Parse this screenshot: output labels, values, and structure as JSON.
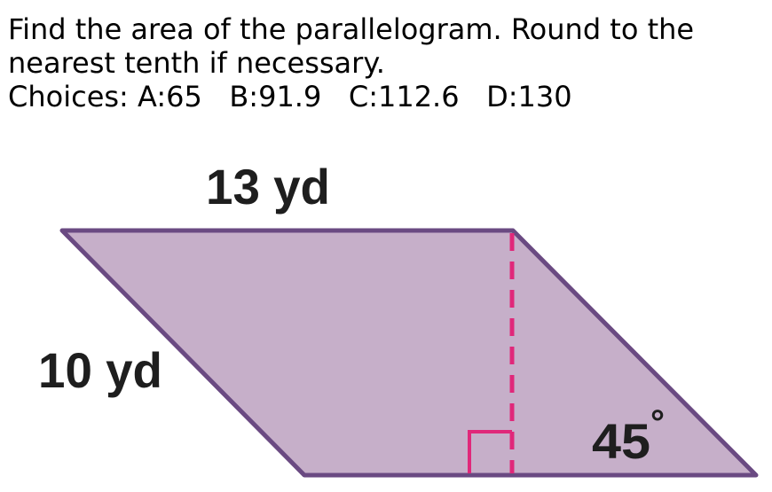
{
  "question": {
    "line1": "Find the area of the parallelogram. Round to the",
    "line2": "nearest tenth if necessary.",
    "choices": "Choices: A:65   B:91.9   C:112.6   D:130"
  },
  "figure": {
    "top_label": "13 yd",
    "side_label": "10 yd",
    "angle_label": "45",
    "angle_unit": "°",
    "colors": {
      "fill": "#c6afc9",
      "edge": "#6a4a82",
      "height_line": "#e0287a",
      "label": "#1e1e1e"
    }
  }
}
